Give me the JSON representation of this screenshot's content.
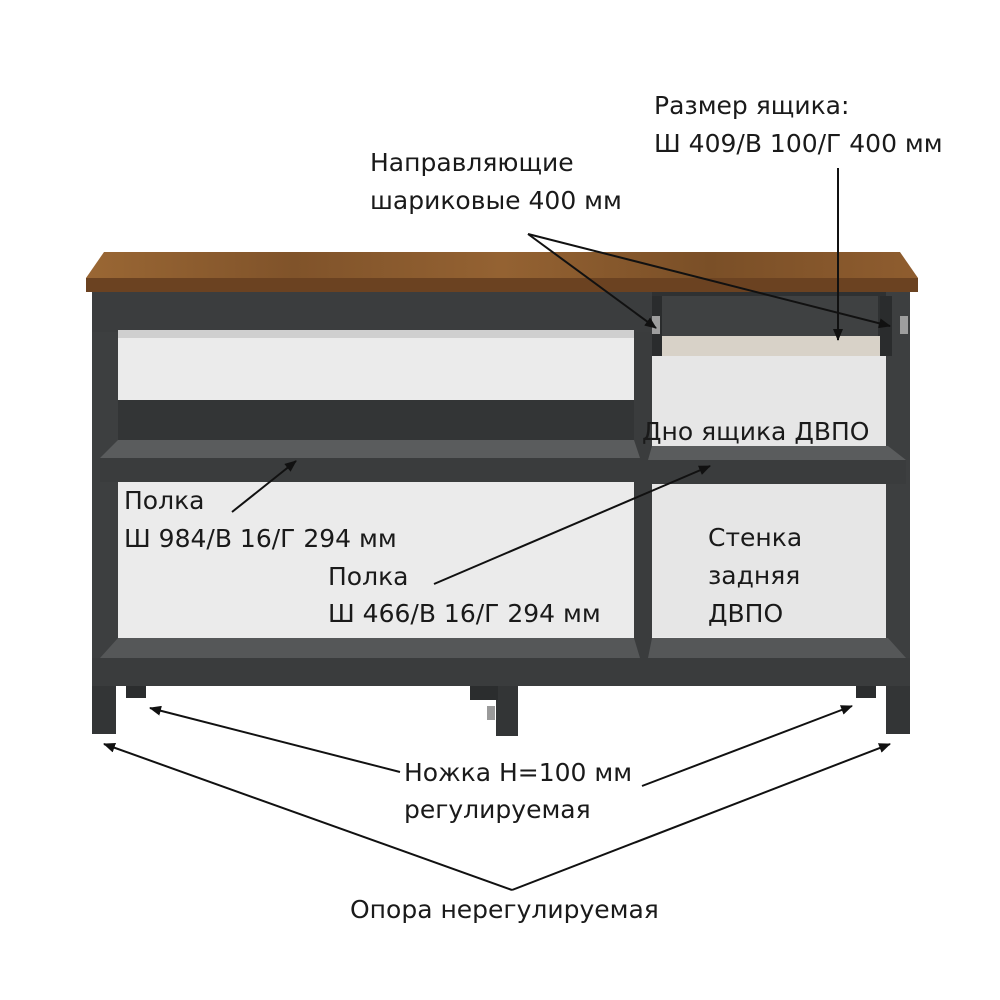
{
  "labels": {
    "drawer_size_title": "Размер ящика:",
    "drawer_size_value": "Ш 409/В 100/Г 400 мм",
    "guides_line1": "Направляющие",
    "guides_line2": "шариковые 400 мм",
    "drawer_bottom": "Дно ящика ДВПО",
    "shelf_large_title": "Полка",
    "shelf_large_size": "Ш 984/В 16/Г 294 мм",
    "shelf_small_title": "Полка",
    "shelf_small_size": "Ш 466/В 16/Г 294 мм",
    "back_wall_line1": "Стенка",
    "back_wall_line2": "задняя",
    "back_wall_line3": "ДВПО",
    "leg_line1": "Ножка Н=100 мм",
    "leg_line2": "регулируемая",
    "support": "Опора  нерегулируемая"
  },
  "colors": {
    "carcass": "#3d3f40",
    "carcass_dark": "#2b2d2e",
    "interior": "#4a4c4d",
    "back_panel": "#e9e9e9",
    "top_wood": "#8a5a2e",
    "top_edge": "#6b4221",
    "drawer_bottom": "#d8d2c8",
    "arrow": "#111111"
  }
}
